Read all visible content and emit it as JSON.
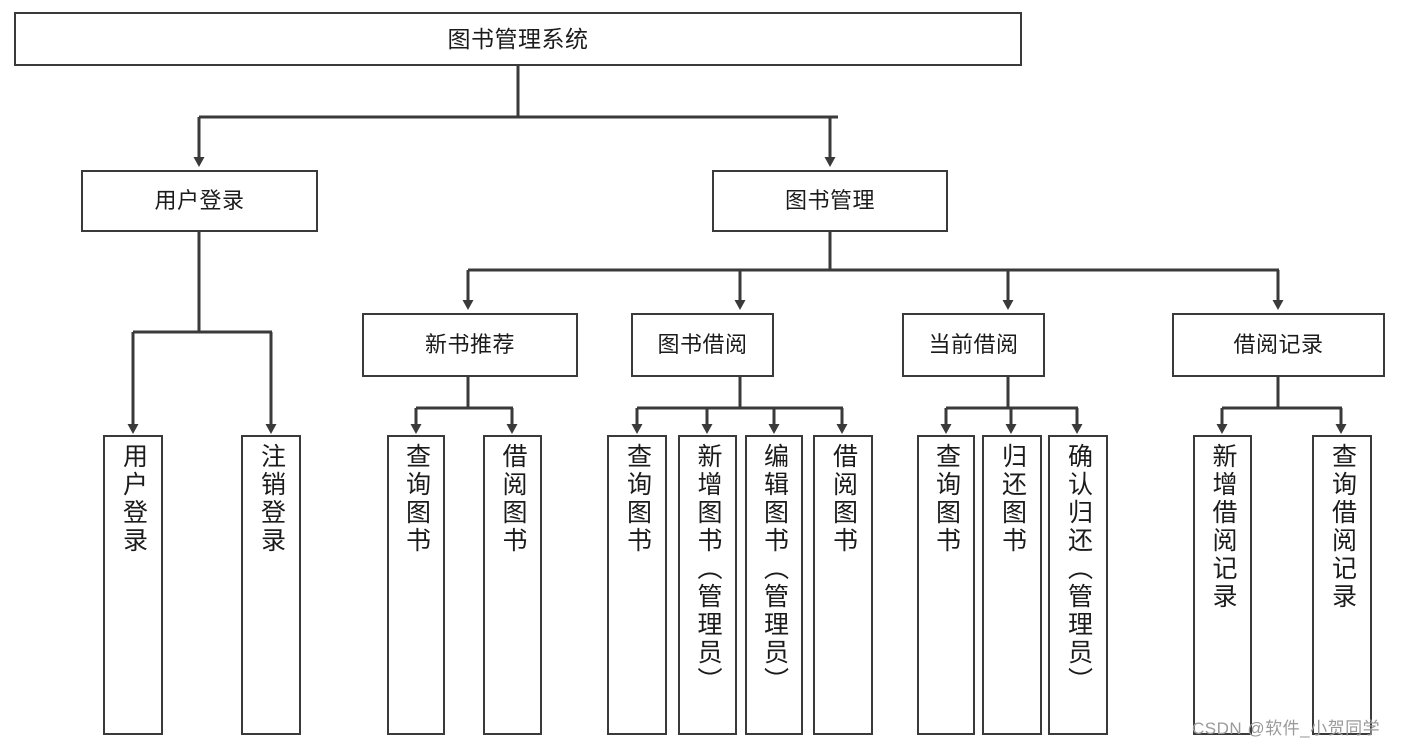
{
  "diagram": {
    "title": "图书管理系统",
    "type": "tree-hierarchy",
    "root": {
      "label": "图书管理系统"
    },
    "level1": [
      {
        "label": "用户登录"
      },
      {
        "label": "图书管理"
      }
    ],
    "level2": [
      {
        "label": "新书推荐"
      },
      {
        "label": "图书借阅"
      },
      {
        "label": "当前借阅"
      },
      {
        "label": "借阅记录"
      }
    ],
    "leaves": {
      "user_login": [
        {
          "label": "用户登录"
        },
        {
          "label": "注销登录"
        }
      ],
      "new_book_recommend": [
        {
          "label": "查询图书"
        },
        {
          "label": "借阅图书"
        }
      ],
      "book_borrow": [
        {
          "label": "查询图书"
        },
        {
          "label": "新增图书（管理员）"
        },
        {
          "label": "编辑图书（管理员）"
        },
        {
          "label": "借阅图书"
        }
      ],
      "current_borrow": [
        {
          "label": "查询图书"
        },
        {
          "label": "归还图书"
        },
        {
          "label": "确认归还（管理员）"
        }
      ],
      "borrow_record": [
        {
          "label": "新增借阅记录"
        },
        {
          "label": "查询借阅记录"
        }
      ]
    }
  },
  "watermark": {
    "text": "CSDN @软件_小贺同学"
  },
  "colors": {
    "stroke": "#3a3a3a",
    "background": "#ffffff",
    "text": "#1b1b1b",
    "watermark": "#9a9a9a"
  }
}
